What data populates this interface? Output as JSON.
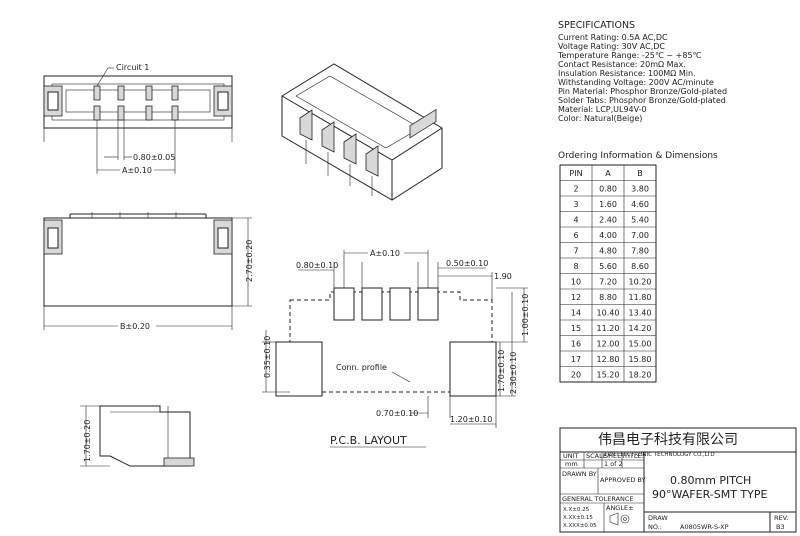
{
  "specifications": {
    "heading": "SPECIFICATIONS",
    "lines": [
      "Current Rating: 0.5A AC,DC",
      "Voltage Rating: 30V AC,DC",
      "Temperature Range: -25℃ ~ +85℃",
      "Contact Resistance: 20mΩ Max.",
      "Insulation Resistance: 100MΩ Min.",
      "Withstanding Voltage: 200V AC/minute",
      "Pin Material: Phosphor Bronze/Gold-plated",
      "Solder Tabs: Phosphor Bronze/Gold-plated",
      "Material: LCP,UL94V-0",
      "Color: Natural(Beige)"
    ]
  },
  "ordering": {
    "heading": "Ordering Information & Dimensions",
    "headers": [
      "PIN",
      "A",
      "B"
    ],
    "rows": [
      [
        "2",
        "0.80",
        "3.80"
      ],
      [
        "3",
        "1.60",
        "4.60"
      ],
      [
        "4",
        "2.40",
        "5.40"
      ],
      [
        "6",
        "4.00",
        "7.00"
      ],
      [
        "7",
        "4.80",
        "7.80"
      ],
      [
        "8",
        "5.60",
        "8.60"
      ],
      [
        "10",
        "7.20",
        "10.20"
      ],
      [
        "12",
        "8.80",
        "11.80"
      ],
      [
        "14",
        "10.40",
        "13.40"
      ],
      [
        "15",
        "11.20",
        "14.20"
      ],
      [
        "16",
        "12.00",
        "15.00"
      ],
      [
        "17",
        "12.80",
        "15.80"
      ],
      [
        "20",
        "15.20",
        "18.20"
      ]
    ]
  },
  "dimensions": {
    "circuit1": "Circuit 1",
    "pitch": "0.80±0.05",
    "a_top": "A±0.10",
    "b": "B±0.20",
    "h270": "2.70±0.20",
    "h170": "1.70±0.20",
    "pcb_a": "A±0.10",
    "pcb_pitch": "0.80±0.10",
    "pcb_w050": "0.50±0.10",
    "pcb_190": "1.90",
    "pcb_100": "1.00±0.10",
    "pcb_035": "0.35±0.10",
    "pcb_170": "1.70±0.10",
    "pcb_230": "2.30±0.10",
    "pcb_070": "0.70±0.10",
    "pcb_120": "1.20±0.10",
    "conn_profile": "Conn. profile",
    "pcb_title": "P.C.B. LAYOUT"
  },
  "title_block": {
    "company_cn": "伟昌电子科技有限公司",
    "company_en": "TRN ELECTRONIC TECHNOLOGY CO.,LTD",
    "unit_label": "UNIT",
    "scale_label": "SCALE",
    "sheet_label": "SHEET",
    "title_label": "TITLE:",
    "unit_value": "mm",
    "sheet_value": "1 of 2",
    "drawn_by": "DRAWN BY",
    "approved_by": "APPROVED BY",
    "title_line1": "0.80mm PITCH",
    "title_line2": "90°WAFER-SMT TYPE",
    "general_tolerance": "GENERAL TOLERANCE",
    "angle": "ANGLE±",
    "tol1": "X.X±0.25",
    "tol2": "X.XX±0.15",
    "tol3": "X.XXX±0.05",
    "draw_label": "DRAW",
    "no_label": "NO.:",
    "part_no": "A0805WR-S-XP",
    "rev_label": "REV.",
    "rev_value": "B3"
  }
}
